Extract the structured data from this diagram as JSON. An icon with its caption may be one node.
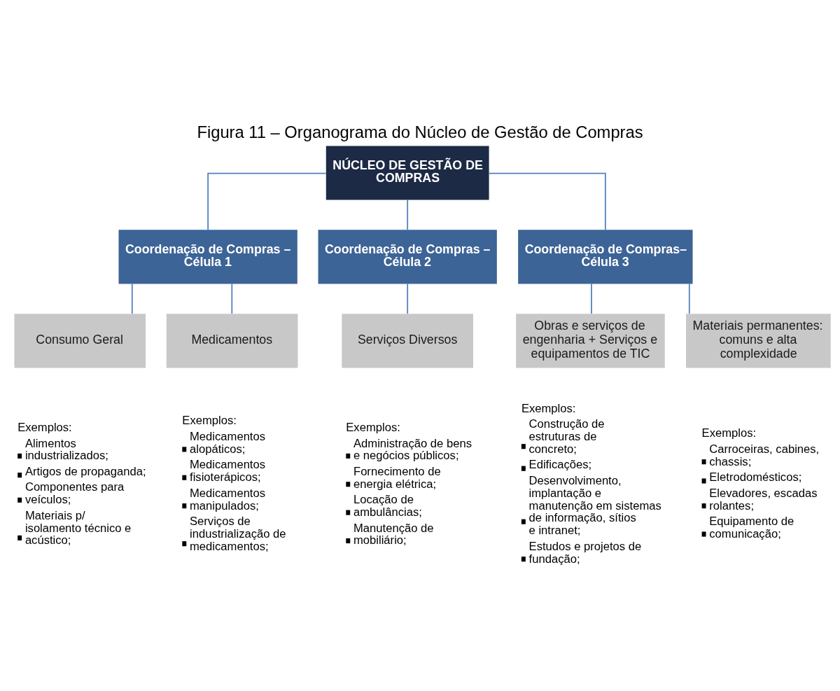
{
  "diagram": {
    "title": "Figura 11 – Organograma do Núcleo de Gestão de Compras",
    "nodes": [
      {
        "text": [
          "NÚCLEO DE GESTÃO DE COMPRAS"
        ]
      },
      {
        "text": [
          "Coordenação de Compras – Célula 1"
        ]
      },
      {
        "text": [
          "Coordenação de Compras – Célula 2"
        ]
      },
      {
        "text": [
          "Coordenação de Compras– Célula 3"
        ]
      },
      {
        "text": [
          "Consumo Geral"
        ],
        "beside": [
          "Exemplos:",
          "Alimentos industrializados;",
          "Artigos de propaganda;",
          "Componentes para veículos;",
          "Materiais p/ isolamento técnico e acústico;"
        ]
      },
      {
        "text": [
          "Medicamentos"
        ],
        "beside": [
          "Exemplos:",
          "Medicamentos alopáticos;",
          "Medicamentos fisioterápicos;",
          "Medicamentos manipulados;",
          "Serviços de industrialização de medicamentos;"
        ]
      },
      {
        "text": [
          "Serviços Diversos"
        ],
        "beside": [
          "Exemplos:",
          "Administração de bens e negócios públicos;",
          "Fornecimento de energia elétrica;",
          "Locação de ambulâncias;",
          "Manutenção de mobiliário;"
        ]
      },
      {
        "text": [
          "Obras e serviços de engenharia + Serviços e equipamentos de TIC"
        ],
        "beside": [
          "Exemplos:",
          "Construção de estruturas de concreto;",
          "Edificações;",
          "Desenvolvimento, implantação e manutenção em sistemas de informação, sítios e intranet;",
          "Estudos e projetos de fundação;"
        ]
      },
      {
        "text": [
          "Materiais permanentes: comuns e alta complexidade"
        ],
        "beside": [
          "Exemplos:",
          "Carroceiras, cabines, chassis;",
          "Eletrodomésticos;",
          "Elevadores, escadas rolantes;",
          "Equipamento de comunicação;"
        ]
      }
    ],
    "edges": [
      {
        "from": 0,
        "to": 1,
        "arrow": "none"
      },
      {
        "from": 0,
        "to": 2,
        "arrow": "none"
      },
      {
        "from": 0,
        "to": 3,
        "arrow": "none"
      },
      {
        "from": 1,
        "to": 4,
        "arrow": "none"
      },
      {
        "from": 1,
        "to": 5,
        "arrow": "none"
      },
      {
        "from": 2,
        "to": 6,
        "arrow": "none"
      },
      {
        "from": 3,
        "to": 7,
        "arrow": "none"
      },
      {
        "from": 3,
        "to": 8,
        "arrow": "none"
      }
    ]
  }
}
